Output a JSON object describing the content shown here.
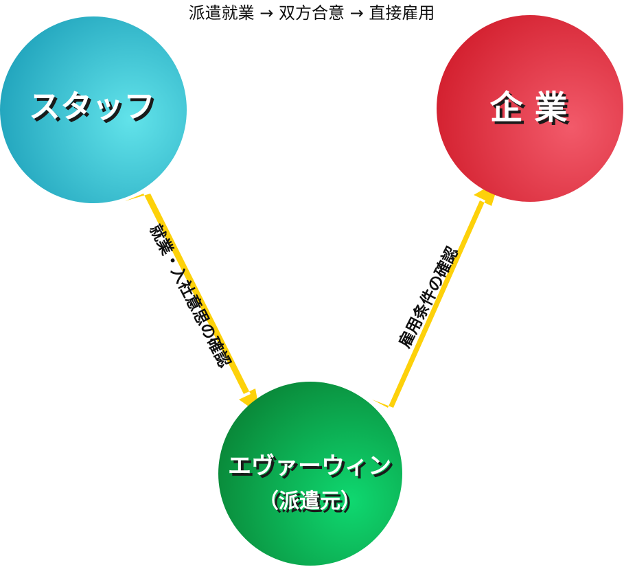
{
  "title": "派遣就業 → 双方合意 → 直接雇用",
  "nodes": {
    "staff": {
      "label": "スタッフ",
      "color_light": "#62e3ea",
      "color_dark": "#1fa2bb"
    },
    "company": {
      "label": "企 業",
      "color_light": "#f25a6a",
      "color_dark": "#d3202f"
    },
    "agency": {
      "label": "エヴァーウィン",
      "sublabel": "（派遣元）",
      "color_light": "#0fd870",
      "color_dark": "#0a8a3a"
    }
  },
  "arrows": {
    "staff_to_agency": {
      "label": "就業・入社意思の確認",
      "color": "#fdd10a"
    },
    "agency_to_company": {
      "label": "雇用条件の確認",
      "color": "#fdd10a"
    }
  }
}
